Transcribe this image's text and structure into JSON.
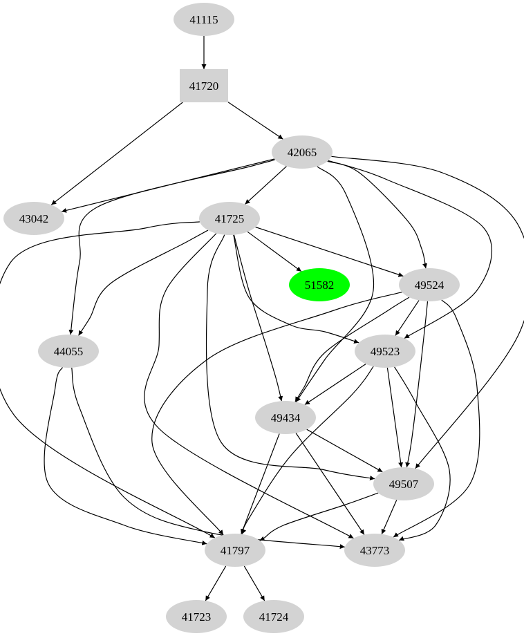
{
  "graph": {
    "colors": {
      "node_fill": "#d3d3d3",
      "highlight_fill": "#00ff00",
      "edge": "#000000",
      "text": "#000000"
    },
    "nodes": [
      {
        "id": "41115",
        "label": "41115",
        "shape": "ellipse"
      },
      {
        "id": "41720",
        "label": "41720",
        "shape": "box"
      },
      {
        "id": "42065",
        "label": "42065",
        "shape": "ellipse"
      },
      {
        "id": "43042",
        "label": "43042",
        "shape": "ellipse"
      },
      {
        "id": "41725",
        "label": "41725",
        "shape": "ellipse"
      },
      {
        "id": "51582",
        "label": "51582",
        "shape": "ellipse",
        "highlight": true
      },
      {
        "id": "49524",
        "label": "49524",
        "shape": "ellipse"
      },
      {
        "id": "44055",
        "label": "44055",
        "shape": "ellipse"
      },
      {
        "id": "49523",
        "label": "49523",
        "shape": "ellipse"
      },
      {
        "id": "49434",
        "label": "49434",
        "shape": "ellipse"
      },
      {
        "id": "49507",
        "label": "49507",
        "shape": "ellipse"
      },
      {
        "id": "41797",
        "label": "41797",
        "shape": "ellipse"
      },
      {
        "id": "43773",
        "label": "43773",
        "shape": "ellipse"
      },
      {
        "id": "41723",
        "label": "41723",
        "shape": "ellipse"
      },
      {
        "id": "41724",
        "label": "41724",
        "shape": "ellipse"
      }
    ],
    "edges": [
      {
        "from": "41115",
        "to": "41720"
      },
      {
        "from": "41720",
        "to": "42065"
      },
      {
        "from": "41720",
        "to": "43042"
      },
      {
        "from": "42065",
        "to": "43042"
      },
      {
        "from": "42065",
        "to": "41725"
      },
      {
        "from": "42065",
        "to": "44055"
      },
      {
        "from": "42065",
        "to": "49434"
      },
      {
        "from": "42065",
        "to": "49524"
      },
      {
        "from": "42065",
        "to": "49523"
      },
      {
        "from": "42065",
        "to": "49507"
      },
      {
        "from": "41725",
        "to": "51582"
      },
      {
        "from": "41725",
        "to": "49524"
      },
      {
        "from": "41725",
        "to": "44055"
      },
      {
        "from": "41725",
        "to": "49523"
      },
      {
        "from": "41725",
        "to": "49434"
      },
      {
        "from": "41725",
        "to": "49507"
      },
      {
        "from": "41725",
        "to": "41797"
      },
      {
        "from": "41725",
        "to": "43773"
      },
      {
        "from": "49524",
        "to": "49523"
      },
      {
        "from": "49524",
        "to": "49434"
      },
      {
        "from": "49524",
        "to": "49507"
      },
      {
        "from": "49524",
        "to": "43773"
      },
      {
        "from": "49524",
        "to": "41797"
      },
      {
        "from": "44055",
        "to": "41797"
      },
      {
        "from": "44055",
        "to": "43773"
      },
      {
        "from": "49523",
        "to": "49434"
      },
      {
        "from": "49523",
        "to": "49507"
      },
      {
        "from": "49523",
        "to": "43773"
      },
      {
        "from": "49523",
        "to": "41797"
      },
      {
        "from": "49434",
        "to": "49507"
      },
      {
        "from": "49434",
        "to": "43773"
      },
      {
        "from": "49434",
        "to": "41797"
      },
      {
        "from": "49507",
        "to": "43773"
      },
      {
        "from": "49507",
        "to": "41797"
      },
      {
        "from": "41797",
        "to": "41723"
      },
      {
        "from": "41797",
        "to": "41724"
      }
    ]
  }
}
